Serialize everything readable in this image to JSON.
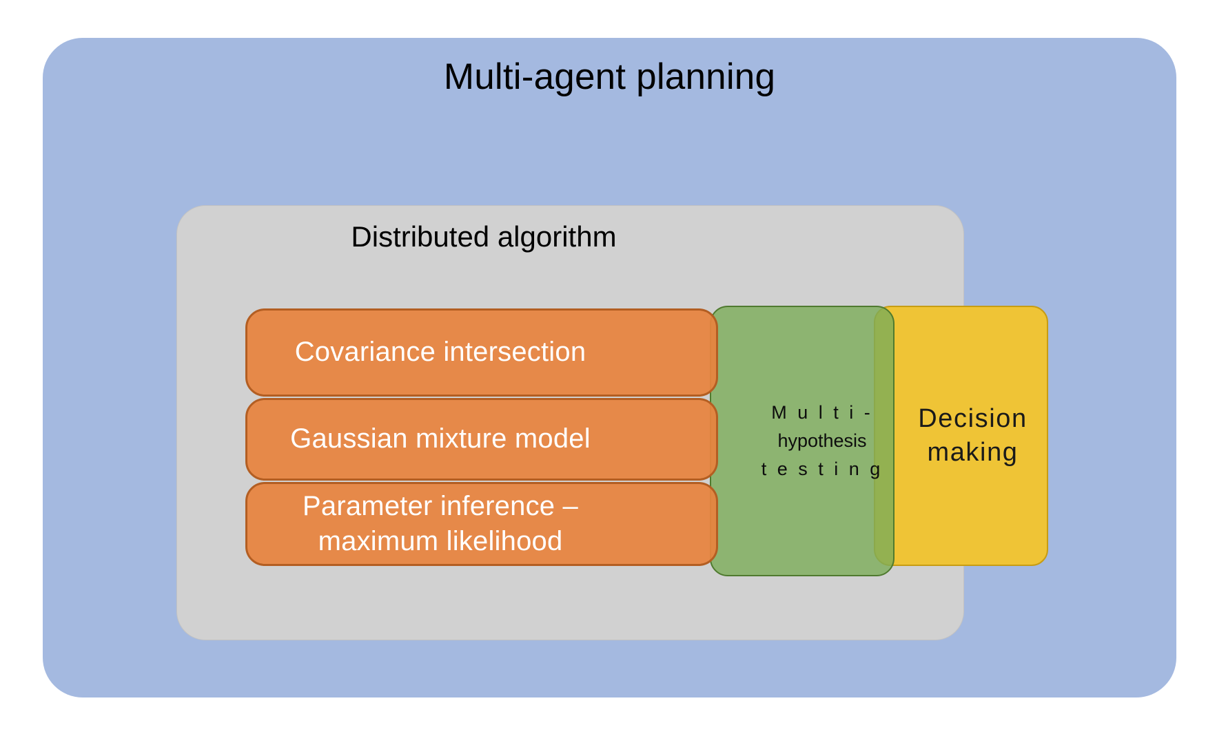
{
  "diagram": {
    "outer": {
      "title": "Multi-agent planning",
      "color": "#a4b9e0"
    },
    "gray": {
      "title": "Distributed algorithm",
      "color": "#d1d1d1"
    },
    "orange_rows": [
      {
        "label": "Covariance intersection"
      },
      {
        "label": "Gaussian mixture model"
      },
      {
        "label": "Parameter inference –\nmaximum likelihood"
      }
    ],
    "orange_color": "#e7833e",
    "green": {
      "line1": "M u l t i -",
      "line2": "hypothesis",
      "line3": "t e s t i n g",
      "color": "#7cac59"
    },
    "yellow": {
      "line1": "Decision",
      "line2": "making",
      "color": "#efc436"
    }
  }
}
